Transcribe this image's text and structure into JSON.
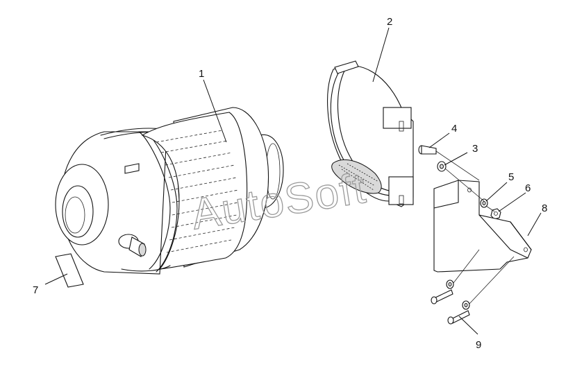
{
  "diagram": {
    "callouts": [
      "1",
      "2",
      "3",
      "4",
      "5",
      "6",
      "7",
      "8",
      "9"
    ],
    "watermark": "AutoSoft"
  }
}
